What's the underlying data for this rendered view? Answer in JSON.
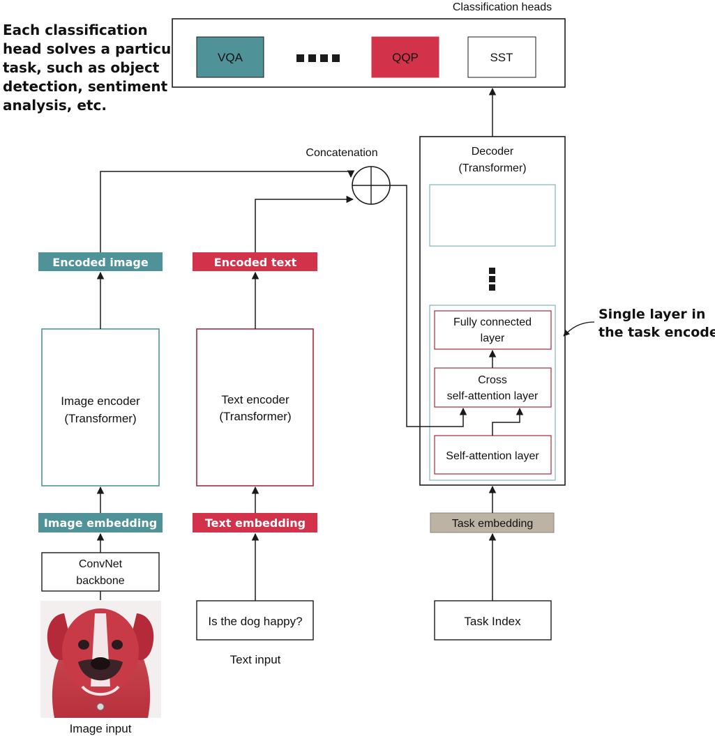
{
  "annotation_left": {
    "lines": [
      "Each classification",
      "head solves a particular",
      "task, such as object",
      "detection, sentiment",
      "analysis, etc."
    ]
  },
  "annotation_right": {
    "lines": [
      "Single layer in",
      "the task encoder"
    ]
  },
  "classification_heads": {
    "title": "Classification heads",
    "vqa": "VQA",
    "qqp": "QQP",
    "sst": "SST"
  },
  "concatenation": {
    "label": "Concatenation"
  },
  "decoder": {
    "title_line1": "Decoder",
    "title_line2": "(Transformer)",
    "fc_line1": "Fully connected",
    "fc_line2": "layer",
    "cross_line1": "Cross",
    "cross_line2": "self-attention layer",
    "self_attn": "Self-attention layer"
  },
  "image_branch": {
    "encoded": "Encoded image",
    "encoder_line1": "Image encoder",
    "encoder_line2": "(Transformer)",
    "embedding": "Image embedding",
    "backbone_line1": "ConvNet",
    "backbone_line2": "backbone",
    "input_label": "Image input"
  },
  "text_branch": {
    "encoded": "Encoded text",
    "encoder_line1": "Text encoder",
    "encoder_line2": "(Transformer)",
    "embedding": "Text embedding",
    "input_value": "Is the dog happy?",
    "input_label": "Text input"
  },
  "task_branch": {
    "embedding": "Task embedding",
    "index": "Task Index"
  },
  "colors": {
    "teal": "#4f9399",
    "red": "#d2334a",
    "tan": "#bdb3a5",
    "line": "#1a1a1a"
  }
}
